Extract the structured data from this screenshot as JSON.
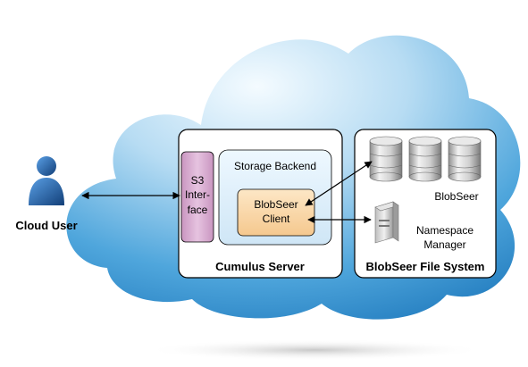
{
  "user": {
    "label": "Cloud User"
  },
  "cumulus": {
    "label": "Cumulus Server",
    "s3_interface": {
      "lines": [
        "S3",
        "Inter-",
        "face"
      ]
    },
    "storage_backend": {
      "label": "Storage Backend"
    },
    "blobseer_client": {
      "lines": [
        "BlobSeer",
        "Client"
      ]
    }
  },
  "blobseer_fs": {
    "label": "BlobSeer File System",
    "providers_label": "BlobSeer",
    "namespace_manager": {
      "lines": [
        "Namespace",
        "Manager"
      ]
    }
  },
  "colors": {
    "cloud_top": "#dff2fc",
    "cloud_bottom": "#1e84c6",
    "s3_fill": "#d7a8cf",
    "client_fill": "#f9d3a2",
    "user_blue": "#1d5fa8"
  },
  "icons": [
    "user-icon",
    "database-icon",
    "server-icon"
  ]
}
